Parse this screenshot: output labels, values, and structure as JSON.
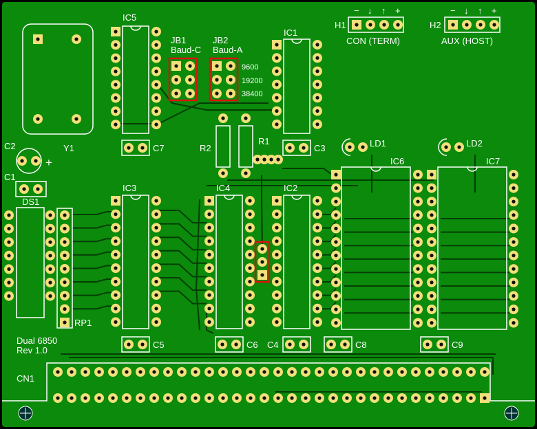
{
  "colors": {
    "board": "#0b8a0b",
    "board_dark": "#087508",
    "trace": "#053d05",
    "silkscreen": "#ffffff",
    "pad": "#f1e07a",
    "highlight": "#e01010"
  },
  "labels": {
    "ic5": "IC5",
    "ic1": "IC1",
    "ic3": "IC3",
    "ic4": "IC4",
    "ic2": "IC2",
    "ic6": "IC6",
    "ic7": "IC7",
    "y1": "Y1",
    "c1": "C1",
    "c2": "C2",
    "c3": "C3",
    "c4": "C4",
    "c5": "C5",
    "c6": "C6",
    "c7": "C7",
    "c8": "C8",
    "c9": "C9",
    "ds1": "DS1",
    "rp1": "RP1",
    "r1": "R1",
    "r2": "R2",
    "ld1": "LD1",
    "ld2": "LD2",
    "cn1": "CN1",
    "h1": "H1",
    "h2": "H2",
    "h1_desc": "CON (TERM)",
    "h2_desc": "AUX (HOST)",
    "jb1": "JB1",
    "jb1_sub": "Baud-C",
    "jb2": "JB2",
    "jb2_sub": "Baud-A",
    "baud_9600": "9600",
    "baud_19200": "19200",
    "baud_38400": "38400",
    "board_name": "Dual 6850",
    "board_rev": "Rev 1.0",
    "plus": "+",
    "pin_symbols": [
      "−",
      "↓",
      "↑",
      "+"
    ]
  }
}
